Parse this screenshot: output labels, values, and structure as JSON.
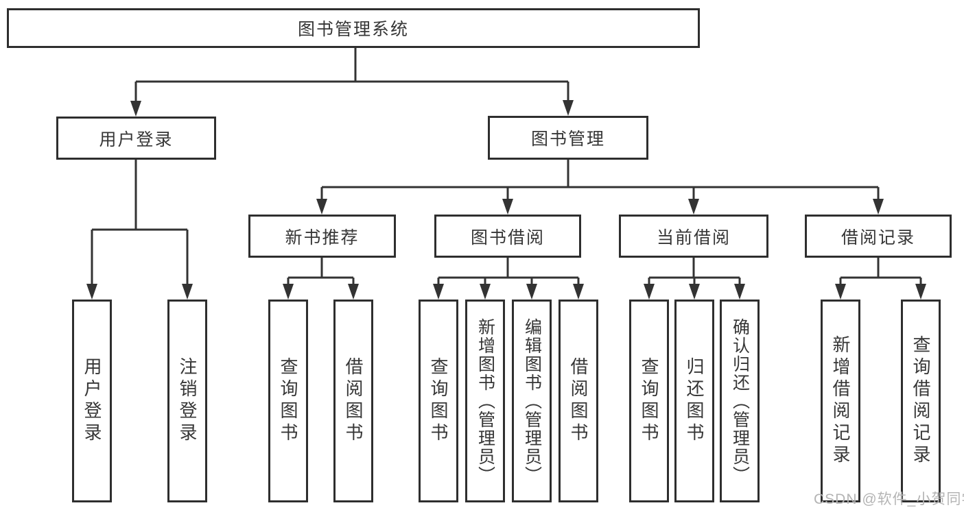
{
  "diagram": {
    "root": "图书管理系统",
    "level2": {
      "user_login": "用户登录",
      "book_mgmt": "图书管理"
    },
    "level3": {
      "new_books": "新书推荐",
      "borrow": "图书借阅",
      "current": "当前借阅",
      "records": "借阅记录"
    },
    "leaves": {
      "user_login": [
        "用户登录",
        "注销登录"
      ],
      "new_books": [
        "查询图书",
        "借阅图书"
      ],
      "borrow": [
        "查询图书",
        "新增图书（管理员）",
        "编辑图书（管理员）",
        "借阅图书"
      ],
      "current": [
        "查询图书",
        "归还图书",
        "确认归还（管理员）"
      ],
      "records": [
        "新增借阅记录",
        "查询借阅记录"
      ]
    },
    "colors": {
      "line": "#333333",
      "border": "#2e2e2e",
      "text": "#363636",
      "watermark": "#b4b4b4",
      "background": "#ffffff"
    }
  },
  "watermark": "CSDN @软件_小贺同学"
}
